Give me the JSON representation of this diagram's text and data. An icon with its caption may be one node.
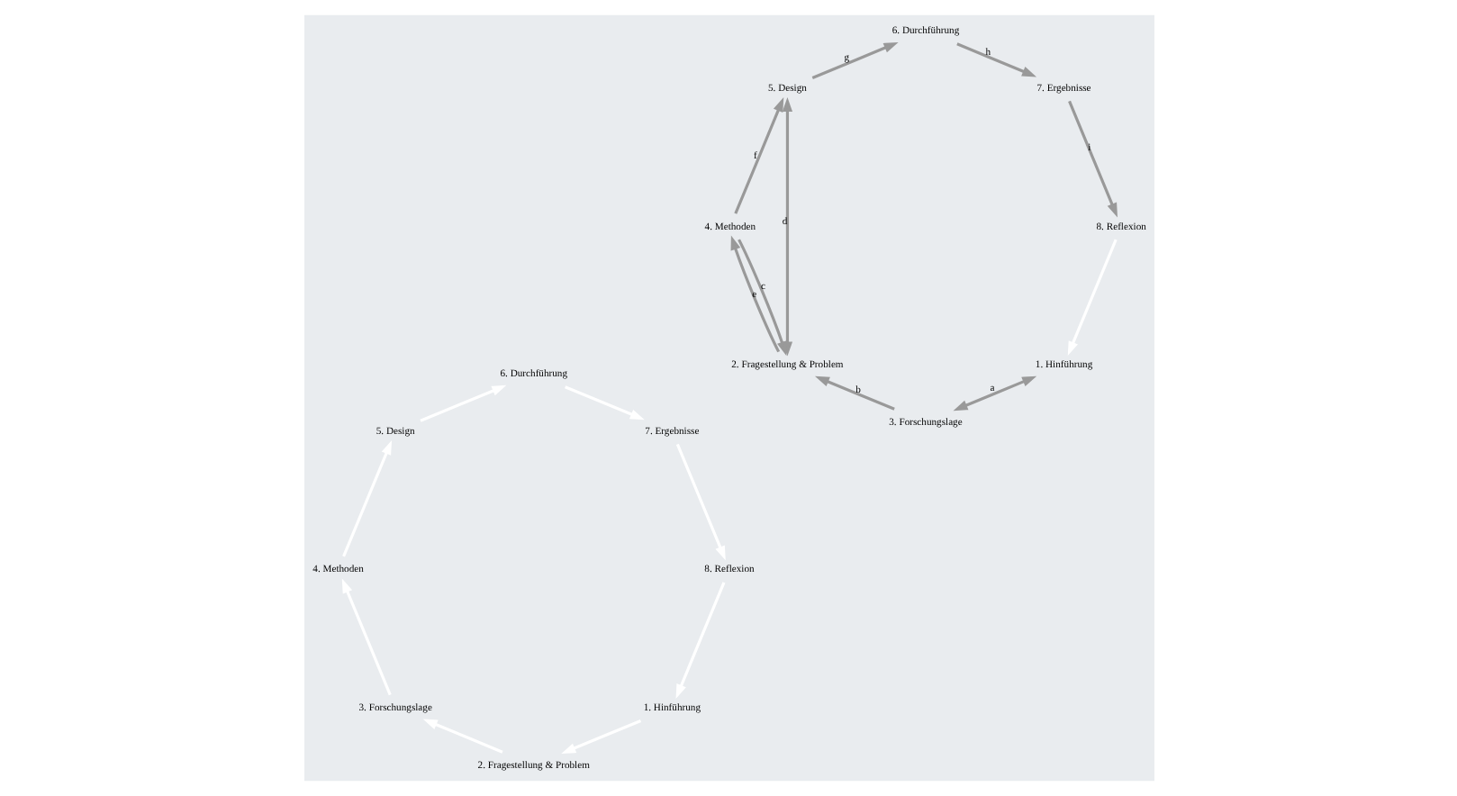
{
  "diagram": {
    "nodes": [
      {
        "text": [
          "1. Hinführung"
        ]
      },
      {
        "text": [
          "2. Fragestellung & Problem"
        ]
      },
      {
        "text": [
          "3. Forschungslage"
        ]
      },
      {
        "text": [
          "4. Methoden"
        ]
      },
      {
        "text": [
          "5. Design"
        ]
      },
      {
        "text": [
          "6. Durchführung"
        ]
      },
      {
        "text": [
          "7. Ergebnisse"
        ]
      },
      {
        "text": [
          "8. Reflexion"
        ]
      },
      {
        "text": [
          "1. Hinführung"
        ]
      },
      {
        "text": [
          "2. Fragestellung & Problem"
        ]
      },
      {
        "text": [
          "3. Forschungslage"
        ]
      },
      {
        "text": [
          "4. Methoden"
        ]
      },
      {
        "text": [
          "5. Design"
        ]
      },
      {
        "text": [
          "6. Durchführung"
        ]
      },
      {
        "text": [
          "7. Ergebnisse"
        ]
      },
      {
        "text": [
          "8. Reflexion"
        ]
      }
    ],
    "edges": [
      {
        "from": 0,
        "to": 1,
        "arrow": "to"
      },
      {
        "from": 1,
        "to": 2,
        "arrow": "to"
      },
      {
        "from": 2,
        "to": 3,
        "arrow": "to"
      },
      {
        "from": 3,
        "to": 4,
        "arrow": "to"
      },
      {
        "from": 4,
        "to": 5,
        "arrow": "to"
      },
      {
        "from": 5,
        "to": 6,
        "arrow": "to"
      },
      {
        "from": 6,
        "to": 7,
        "arrow": "to"
      },
      {
        "from": 7,
        "to": 0,
        "arrow": "to"
      },
      {
        "from": 15,
        "to": 8,
        "arrow": "to"
      },
      {
        "from": 8,
        "to": 10,
        "arrow": "both",
        "label": "a",
        "color": "#999999"
      },
      {
        "from": 10,
        "to": 9,
        "arrow": "to",
        "label": "b",
        "color": "#999999"
      },
      {
        "from": 11,
        "to": 9,
        "arrow": "to",
        "label": "c",
        "color": "#999999"
      },
      {
        "from": 9,
        "to": 12,
        "arrow": "both",
        "label": "d",
        "color": "#999999"
      },
      {
        "from": 9,
        "to": 11,
        "arrow": "to",
        "label": "e",
        "color": "#999999"
      },
      {
        "from": 11,
        "to": 12,
        "arrow": "to",
        "label": "f",
        "color": "#999999"
      },
      {
        "from": 12,
        "to": 13,
        "arrow": "to",
        "label": "g",
        "color": "#999999"
      },
      {
        "from": 13,
        "to": 14,
        "arrow": "to",
        "label": "h",
        "color": "#999999"
      },
      {
        "from": 14,
        "to": 15,
        "arrow": "to",
        "label": "i",
        "color": "#999999"
      }
    ]
  }
}
